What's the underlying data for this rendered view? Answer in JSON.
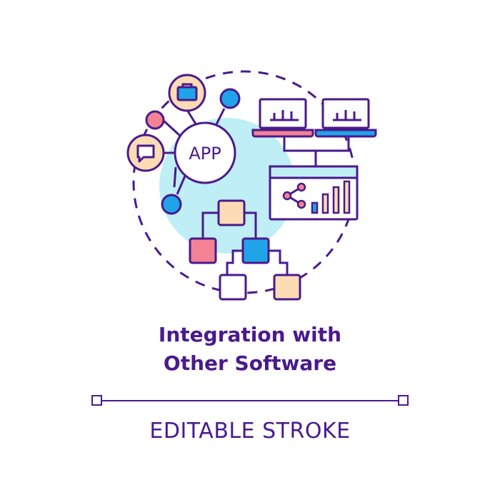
{
  "title": {
    "line1": "Integration with",
    "line2": "Other Software"
  },
  "app_label": "APP",
  "footer_label": "EDITABLE STROKE",
  "colors": {
    "outline": "#4a1a8c",
    "cyan_background": "#bfeef6",
    "blue_node": "#1fa4e8",
    "pink_node": "#f28294",
    "peach_node": "#fbdcb4",
    "white_node": "#ffffff"
  },
  "icons": [
    "briefcase-icon",
    "chat-icon",
    "app-circle",
    "laptop-icon",
    "dashboard-window",
    "share-icon",
    "bar-chart-icon",
    "flowchart"
  ]
}
